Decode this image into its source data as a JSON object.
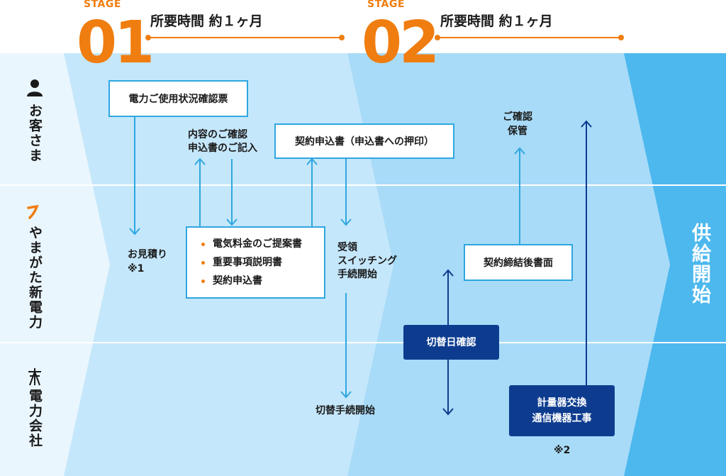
{
  "stages": [
    {
      "label": "STAGE",
      "number": "01",
      "duration": "所要時間 約１ヶ月"
    },
    {
      "label": "STAGE",
      "number": "02",
      "duration": "所要時間 約１ヶ月"
    }
  ],
  "lanes": {
    "customer": "お客さま",
    "yamagata": "やまがた新電力",
    "utility": "電力会社"
  },
  "nodes": {
    "usage_check": "電力ご使用状況確認票",
    "content_check_1": "内容のご確認",
    "content_check_2": "申込書のご記入",
    "contract_sign": "契約申込書（申込書への押印）",
    "confirm_1": "ご確認",
    "confirm_2": "保管",
    "estimate_1": "お見積り",
    "estimate_2": "※1",
    "docs": [
      "電気料金のご提案書",
      "重要事項説明書",
      "契約申込書"
    ],
    "receive_1": "受領",
    "receive_2": "スイッチング",
    "receive_3": "手続開始",
    "post_contract": "契約締結後書面",
    "switch_date": "切替日確認",
    "switch_start": "切替手続開始",
    "meter_1": "計量器交換",
    "meter_2": "通信機器工事",
    "note_2": "※2",
    "supply_start": "供給開始"
  },
  "colors": {
    "orange": "#f07d0f",
    "light_blue": "#2ea7e0",
    "dark_blue": "#0d3c8f",
    "supply_blue": "#4cb8ee"
  }
}
